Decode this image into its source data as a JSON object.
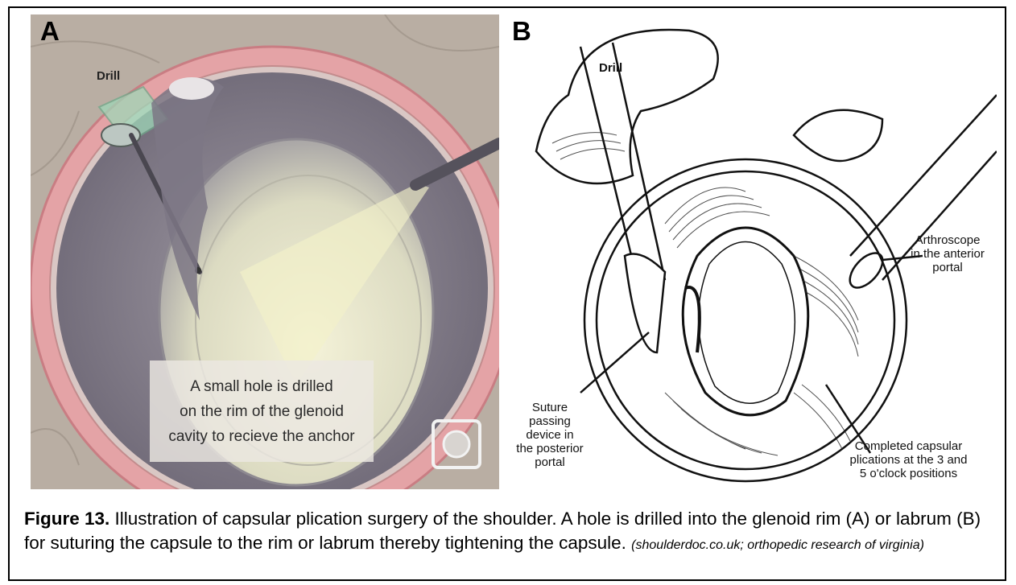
{
  "panel_a": {
    "letter": "A",
    "drill_label": "Drill",
    "note_lines": [
      "A small hole is drilled",
      "on the rim of the glenoid",
      "cavity to recieve the anchor"
    ]
  },
  "panel_b": {
    "letter": "B",
    "drill_label": "Drill",
    "arthroscope_lines": [
      "Arthroscope",
      "in the anterior",
      "portal"
    ],
    "suture_lines": [
      "Suture",
      "passing",
      "device in",
      "the posterior",
      "portal"
    ],
    "plication_lines": [
      "Completed capsular",
      "plications at the 3 and",
      "5 o'clock positions"
    ]
  },
  "caption": {
    "label": "Figure 13.",
    "text": " Illustration of capsular plication surgery of the shoulder. A hole is drilled into the glenoid rim (A) or labrum (B) for suturing the capsule to the rim or labrum thereby tightening the capsule. ",
    "source": "(shoulderdoc.co.uk; orthopedic research of virginia)"
  },
  "colors": {
    "capsule_pink": "#e4a3a6",
    "joint_gray": "#8c8693",
    "glenoid_cream": "#e9e7c9",
    "background_tan": "#b9aea3"
  }
}
